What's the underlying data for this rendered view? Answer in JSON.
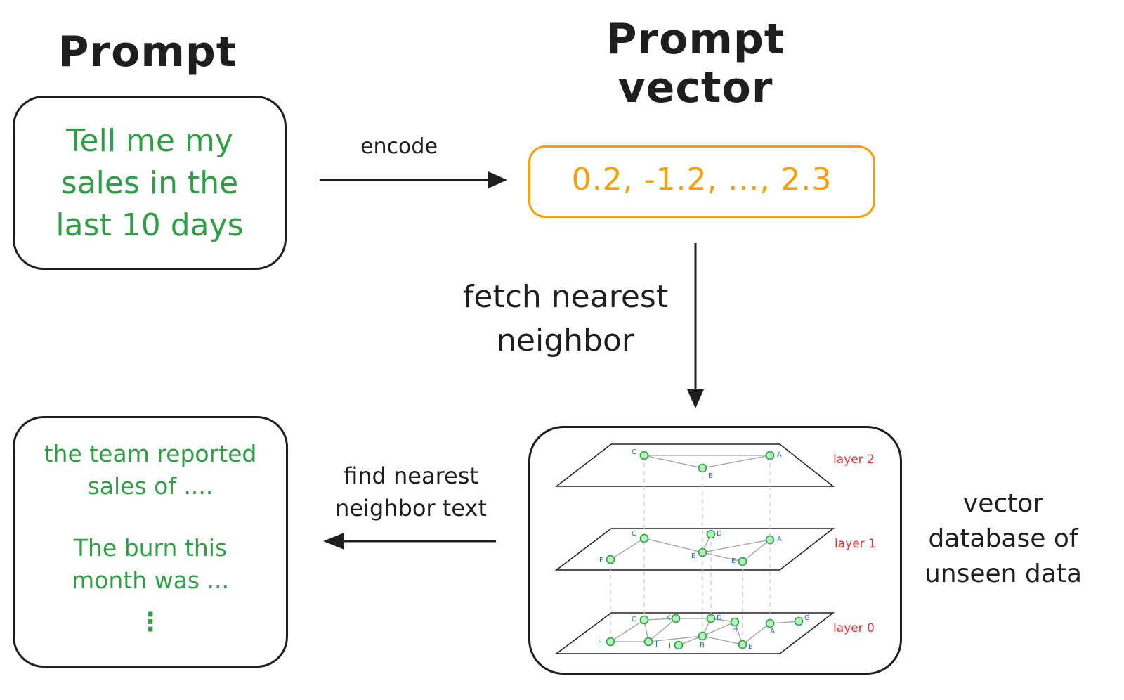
{
  "prompt": {
    "title": "Prompt",
    "lines": [
      "Tell me my",
      "sales in the",
      "last 10 days"
    ]
  },
  "vector": {
    "title_lines": [
      "Prompt",
      "vector"
    ],
    "value": "0.2, -1.2, ..., 2.3"
  },
  "arrows": {
    "encode": "encode",
    "fetch_lines": [
      "fetch nearest",
      "neighbor"
    ],
    "find_lines": [
      "find nearest",
      "neighbor text"
    ]
  },
  "result": {
    "paragraph1_lines": [
      "the team reported",
      "sales of ...."
    ],
    "paragraph2_lines": [
      "The burn this",
      "month was ..."
    ],
    "ellipsis": "⋮"
  },
  "database": {
    "caption_lines": [
      "vector",
      "database of",
      "unseen data"
    ],
    "layers": [
      {
        "name": "layer 2",
        "nodes": [
          "C",
          "B",
          "A"
        ]
      },
      {
        "name": "layer 1",
        "nodes": [
          "C",
          "F",
          "B",
          "D",
          "A",
          "E"
        ]
      },
      {
        "name": "layer 0",
        "nodes": [
          "C",
          "K",
          "D",
          "H",
          "A",
          "G",
          "F",
          "J",
          "I",
          "B",
          "E"
        ]
      }
    ]
  },
  "colors": {
    "ink": "#1e1e1e",
    "green_text": "#2f9e44",
    "orange_text": "#f59f00",
    "node_fill": "#b2f2bb",
    "node_stroke": "#2f9e44",
    "node_label": "#1971c2",
    "layer_label": "#e03131"
  }
}
